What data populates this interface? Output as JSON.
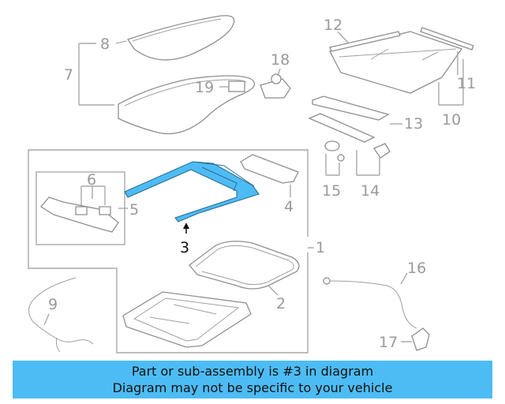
{
  "callouts": {
    "c1": "1",
    "c2": "2",
    "c3": "3",
    "c4": "4",
    "c5": "5",
    "c6": "6",
    "c7": "7",
    "c8": "8",
    "c9": "9",
    "c10": "10",
    "c11": "11",
    "c12": "12",
    "c13": "13",
    "c14": "14",
    "c15": "15",
    "c16": "16",
    "c17": "17",
    "c18": "18",
    "c19": "19"
  },
  "highlight": {
    "part_number": "3",
    "color": "#4dbcf5"
  },
  "banner": {
    "line1": "Part or sub-assembly is #3 in diagram",
    "line2": "Diagram may not be specific to your vehicle",
    "background": "#4dbcf5"
  }
}
